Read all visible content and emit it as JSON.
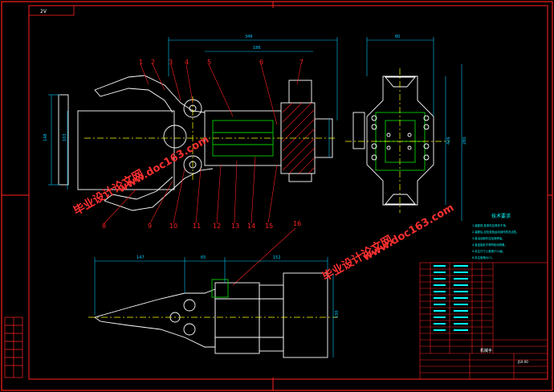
{
  "drawing": {
    "corner_tag": "2V",
    "balloons": [
      "1",
      "2",
      "3",
      "4",
      "5",
      "6",
      "7",
      "8",
      "9",
      "10",
      "11",
      "12",
      "13",
      "14",
      "15",
      "16"
    ],
    "dimensions": {
      "overall_length": "346",
      "sub_length": "186",
      "jaw_height": "148",
      "inner_height": "103",
      "end_width": "80",
      "end_height_left": "426",
      "end_height_right": "280",
      "bottom_left": "147",
      "bottom_mid": "65",
      "bottom_right": "152",
      "bottom_height": "130"
    },
    "tech_requirements": {
      "title": "技术要求",
      "lines": [
        "1.装配前,各零件应清洗干净。",
        "2.装配后,应检查各运动部件的灵活性。",
        "3.各活动部件应加润滑油。",
        "4.各连接处不得有松动现象。",
        "5.未注尺寸公差按IT12级。",
        "6.未注倒角为C1。"
      ]
    },
    "title_block": {
      "drawing_name": "机械手",
      "drawing_code": "JSX-00"
    }
  },
  "watermarks": {
    "text_cn": "毕业设计论文网",
    "text_url": "www.doc163.com"
  },
  "colors": {
    "background": "#000000",
    "frame": "#ff2020",
    "outline": "#ffffff",
    "centerline": "#ffff00",
    "dimension": "#00c8ff",
    "balloon": "#ff2020",
    "part_green": "#00d000",
    "text_cyan": "#00ffff",
    "watermark": "#ff3030"
  }
}
